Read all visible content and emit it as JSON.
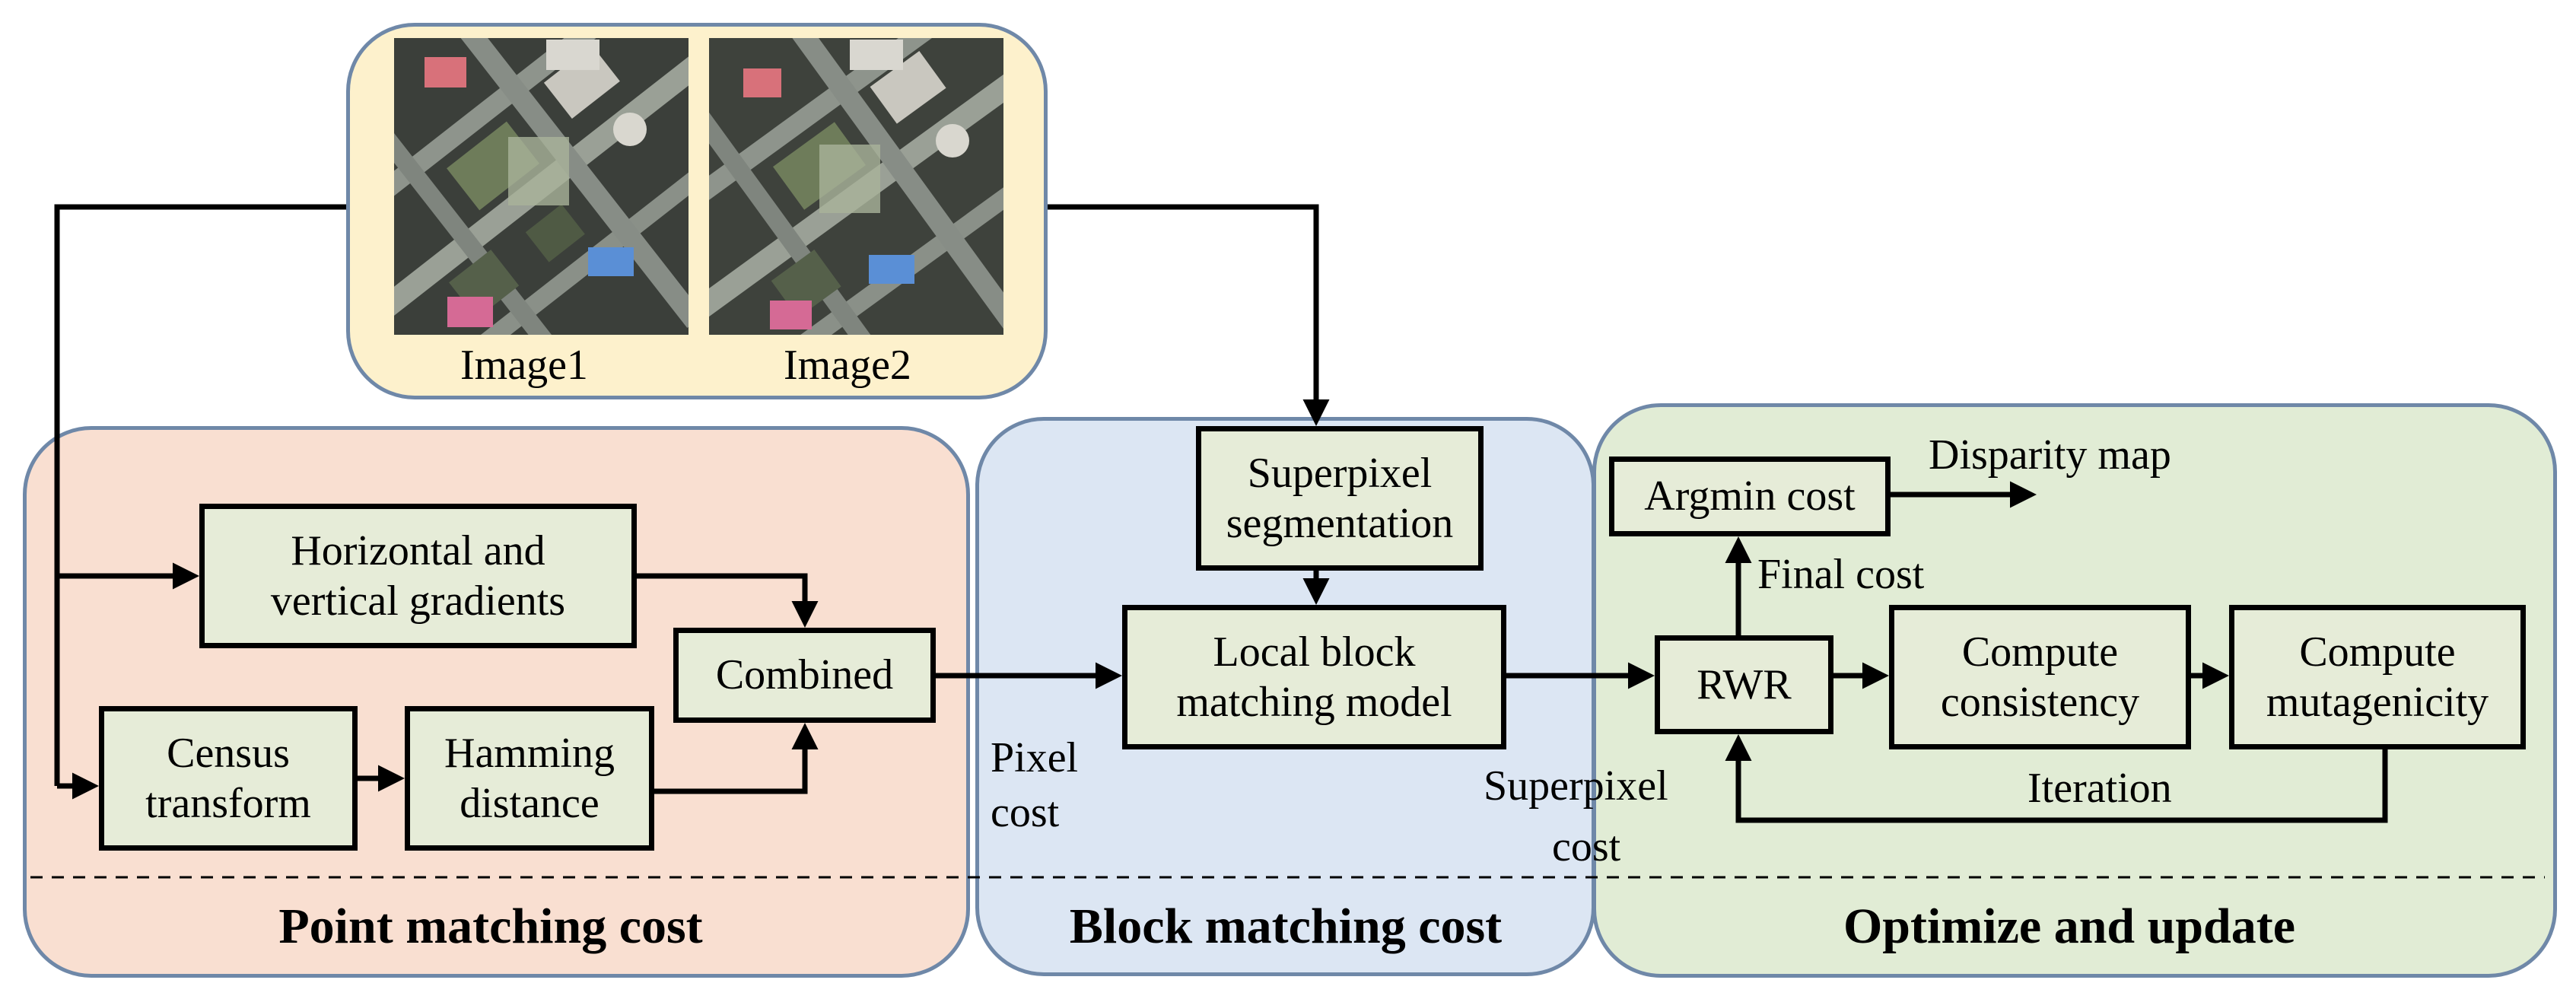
{
  "inputs": {
    "image1_label": "Image1",
    "image2_label": "Image2"
  },
  "point_panel": {
    "title": "Point matching cost",
    "gradients": "Horizontal and\nvertical gradients",
    "census": "Census\ntransform",
    "hamming": "Hamming\ndistance",
    "combined": "Combined"
  },
  "block_panel": {
    "title": "Block matching cost",
    "superpixel_seg": "Superpixel\nsegmentation",
    "local_block": "Local block\nmatching model",
    "pixel_cost_1": "Pixel",
    "pixel_cost_2": "cost"
  },
  "optimize_panel": {
    "title": "Optimize and update",
    "argmin": "Argmin cost",
    "disparity": "Disparity  map",
    "final_cost": "Final cost",
    "rwr": "RWR",
    "consistency": "Compute\nconsistency",
    "mutagenicity": "Compute\nmutagenicity",
    "iteration": "Iteration",
    "superpixel_cost_1": "Superpixel",
    "superpixel_cost_2": "cost"
  },
  "colors": {
    "input_panel_bg": "#fdf1cc",
    "point_panel_bg": "#f9dfd1",
    "block_panel_bg": "#dce6f3",
    "optimize_panel_bg": "#e1ecd5",
    "box_bg": "#e6ecd8",
    "border": "#6f88a8"
  }
}
